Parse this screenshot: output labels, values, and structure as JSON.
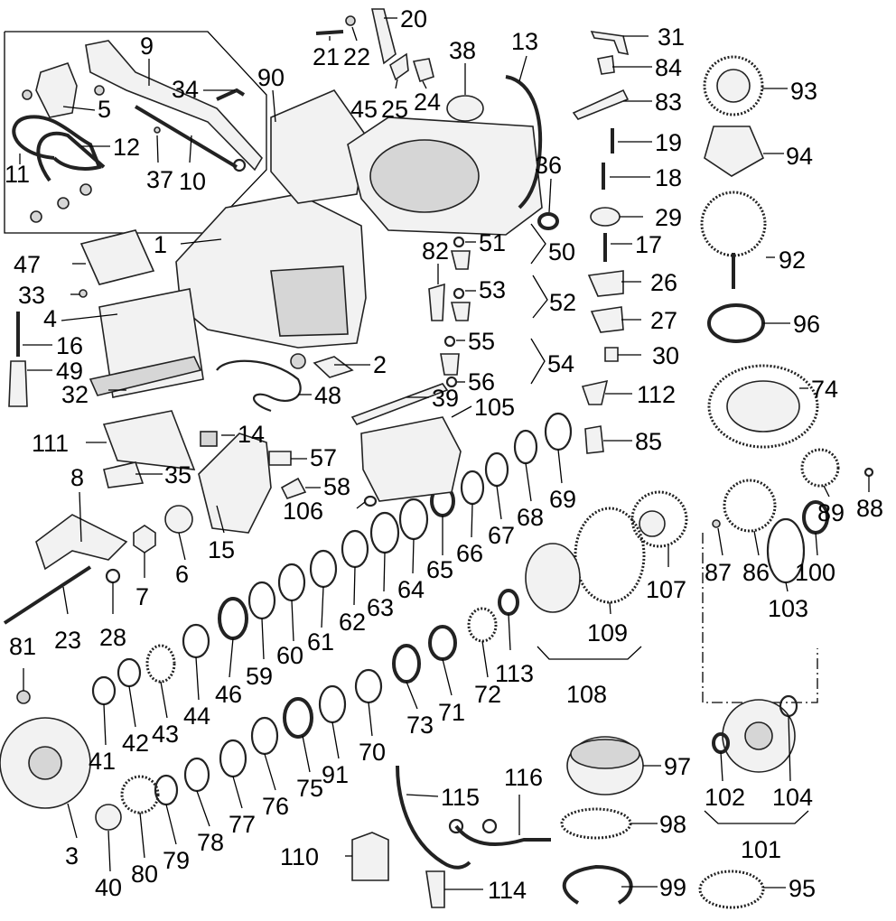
{
  "callouts": [
    "1",
    "2",
    "3",
    "4",
    "5",
    "6",
    "7",
    "8",
    "9",
    "10",
    "11",
    "12",
    "13",
    "14",
    "15",
    "16",
    "17",
    "18",
    "19",
    "20",
    "21",
    "22",
    "23",
    "24",
    "25",
    "26",
    "27",
    "28",
    "29",
    "30",
    "31",
    "32",
    "33",
    "34",
    "35",
    "36",
    "37",
    "38",
    "39",
    "40",
    "41",
    "42",
    "43",
    "44",
    "45",
    "46",
    "47",
    "48",
    "49",
    "50",
    "51",
    "52",
    "53",
    "54",
    "55",
    "56",
    "57",
    "58",
    "59",
    "60",
    "61",
    "62",
    "63",
    "64",
    "65",
    "66",
    "67",
    "68",
    "69",
    "70",
    "71",
    "72",
    "73",
    "74",
    "75",
    "76",
    "77",
    "78",
    "79",
    "80",
    "81",
    "82",
    "83",
    "84",
    "85",
    "86",
    "87",
    "88",
    "89",
    "90",
    "91",
    "92",
    "93",
    "94",
    "95",
    "96",
    "97",
    "98",
    "99",
    "100",
    "101",
    "102",
    "103",
    "104",
    "105",
    "106",
    "107",
    "108",
    "109",
    "110",
    "111",
    "112",
    "113",
    "114",
    "115",
    "116"
  ]
}
